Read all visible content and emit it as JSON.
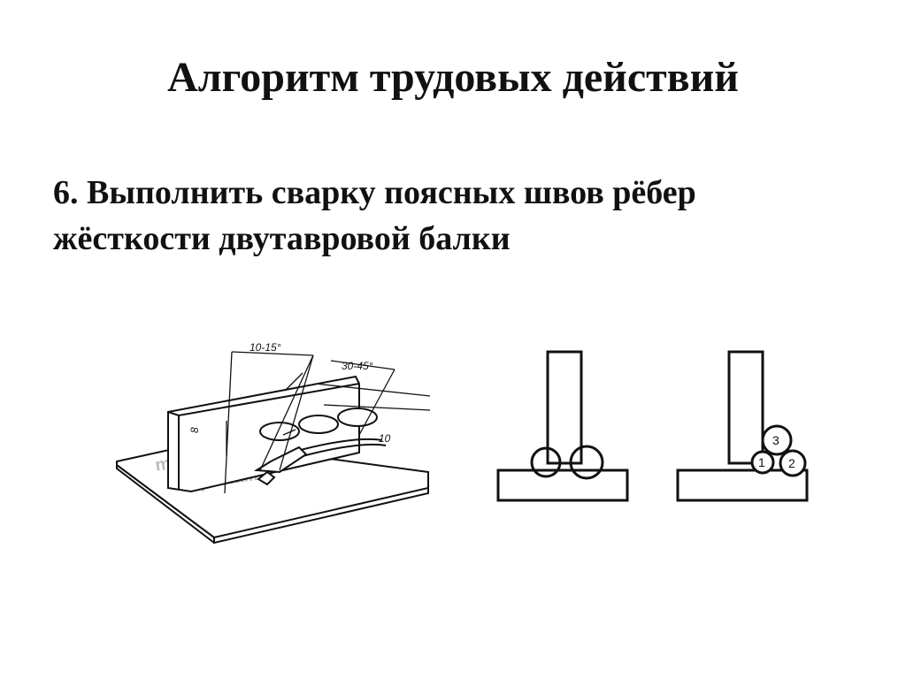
{
  "slide": {
    "title": "Алгоритм трудовых действий",
    "step_text_line1": "6. Выполнить сварку поясных швов рёбер",
    "step_text_line2": "жёсткости двутавровой балки"
  },
  "figure_perspective": {
    "angle_label_1": "10-15°",
    "angle_label_2": "30-45°",
    "dimension_label_1": "8",
    "dimension_label_2": "10",
    "watermark_line1": "metallicheckiy",
    "watermark_line2": "-portal.ru"
  },
  "figure_tjoint_three": {
    "bead_1": "1",
    "bead_2": "2",
    "bead_3": "3"
  },
  "colors": {
    "ink": "#111111",
    "background": "#ffffff",
    "watermark": "#bbbbbb"
  }
}
